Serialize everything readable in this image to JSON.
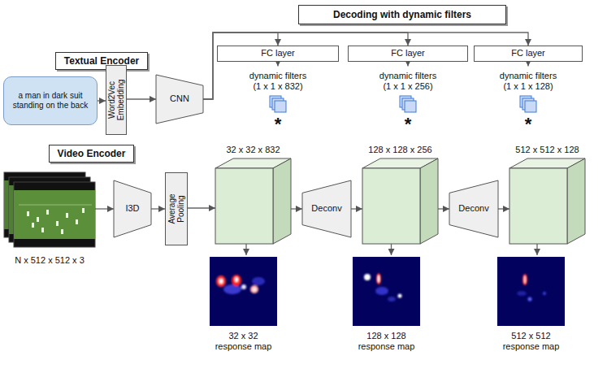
{
  "diagram": {
    "nodes": [
      {
        "text": [
          "Decoding with dynamic filters"
        ]
      },
      {
        "text": [
          "FC layer"
        ]
      },
      {
        "text": [
          "FC layer"
        ]
      },
      {
        "text": [
          "FC layer"
        ]
      },
      {
        "text": [
          "Textual Encoder"
        ]
      },
      {
        "text": [
          "a man in dark suit standing on the back"
        ]
      },
      {
        "text": [
          "Word2Vec Embedding"
        ]
      },
      {
        "text": [
          "CNN"
        ]
      },
      {
        "text": [
          "dynamic filters (1 x 1 x 832)"
        ]
      },
      {
        "text": [
          "dynamic filters (1 x 1 x 256)"
        ]
      },
      {
        "text": [
          "dynamic filters (1 x 1 x 128)"
        ]
      },
      {
        "text": [
          "Video Encoder"
        ]
      },
      {
        "text": [
          "N x 512 x 512 x 3"
        ]
      },
      {
        "text": [
          "I3D"
        ]
      },
      {
        "text": [
          "Average Pooling"
        ]
      },
      {
        "text": [
          "32 x 32 x 832"
        ]
      },
      {
        "text": [
          "Deconv"
        ]
      },
      {
        "text": [
          "128 x 128 x 256"
        ]
      },
      {
        "text": [
          "Deconv"
        ]
      },
      {
        "text": [
          "512 x 512 x 128"
        ]
      },
      {
        "text": [
          "32 x 32 response map"
        ]
      },
      {
        "text": [
          "128 x 128 response map"
        ]
      },
      {
        "text": [
          "512 x 512 response map"
        ]
      }
    ],
    "edges": [
      {
        "from": 5,
        "to": 6,
        "arrow": "to"
      },
      {
        "from": 6,
        "to": 7,
        "arrow": "to"
      },
      {
        "from": 7,
        "to": 1,
        "arrow": "to"
      },
      {
        "from": 7,
        "to": 2,
        "arrow": "to"
      },
      {
        "from": 7,
        "to": 3,
        "arrow": "to"
      },
      {
        "from": 1,
        "to": 8,
        "arrow": "to"
      },
      {
        "from": 2,
        "to": 9,
        "arrow": "to"
      },
      {
        "from": 3,
        "to": 10,
        "arrow": "to"
      },
      {
        "from": 12,
        "to": 13,
        "arrow": "to"
      },
      {
        "from": 13,
        "to": 14,
        "arrow": "to"
      },
      {
        "from": 14,
        "to": 15,
        "arrow": "to"
      },
      {
        "from": 15,
        "to": 16,
        "arrow": "to"
      },
      {
        "from": 16,
        "to": 17,
        "arrow": "to"
      },
      {
        "from": 17,
        "to": 18,
        "arrow": "to"
      },
      {
        "from": 18,
        "to": 19,
        "arrow": "to"
      },
      {
        "from": 15,
        "to": 20,
        "arrow": "to"
      },
      {
        "from": 17,
        "to": 21,
        "arrow": "to"
      },
      {
        "from": 19,
        "to": 22,
        "arrow": "to"
      }
    ],
    "labels": [
      "*",
      "*",
      "*"
    ]
  }
}
